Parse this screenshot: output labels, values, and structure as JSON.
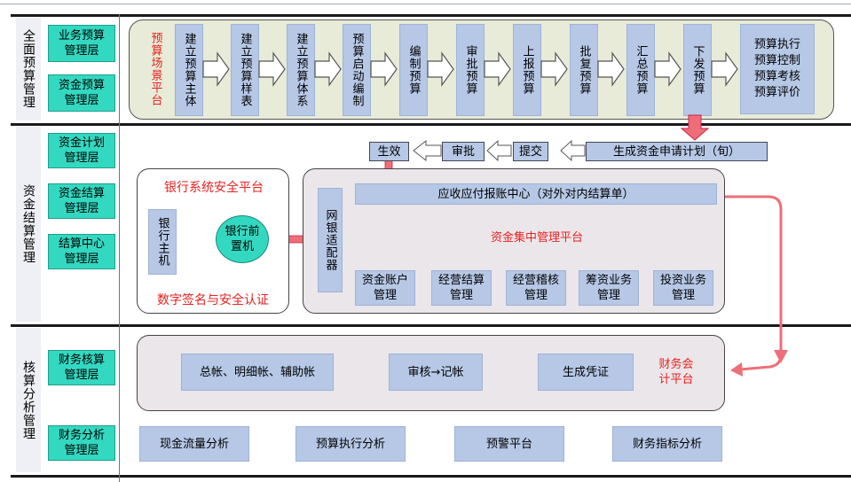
{
  "sections": {
    "budget": "全面预算管理",
    "capital": "资金结算管理",
    "accounting": "核算分析管理"
  },
  "layers": {
    "business_budget": "业务预算管理层",
    "capital_budget": "资金预算管理层",
    "capital_plan": "资金计划管理层",
    "capital_settle": "资金结算管理层",
    "settle_center": "结算中心管理层",
    "fin_accounting": "财务核算管理层",
    "fin_analysis": "财务分析管理层"
  },
  "budget_flow": {
    "scene": "预算场景平台",
    "steps": [
      "建立预算主体",
      "建立预算样表",
      "建立预算体系",
      "预算启动编制",
      "编制预算",
      "审批预算",
      "上报预算",
      "批复预算",
      "汇总预算",
      "下发预算"
    ],
    "outcomes": [
      "预算执行",
      "预算控制",
      "预算考核",
      "预算评价"
    ]
  },
  "capital_flow": {
    "generate_plan": "生成资金申请计划（旬）",
    "submit": "提交",
    "approve": "审批",
    "effective": "生效",
    "bank_platform_title": "银行系统安全平台",
    "bank_host": "银行主机",
    "front_machine": "银行前置机",
    "signature": "数字签名与安全认证",
    "adapter": "网银适配器",
    "ar_ap_center": "应收应付报账中心（对外对内结算单）",
    "centralized_platform": "资金集中管理平台",
    "modules": [
      "资金账户管理",
      "经营结算管理",
      "经营稽核管理",
      "筹资业务管理",
      "投资业务管理"
    ]
  },
  "accounting_flow": {
    "ledgers": "总帐、明细帐、辅助帐",
    "audit_post": "审核→记帐",
    "generate_voucher": "生成凭证",
    "platform": "财务会计平台",
    "analysis": [
      "现金流量分析",
      "预算执行分析",
      "预警平台",
      "财务指标分析"
    ]
  },
  "colors": {
    "teal": "#33d8c0",
    "light_blue": "#b6c8e6",
    "red_arrow": "#ee6e78",
    "accent_text": "#e8221f",
    "panel_olive": "#e8ebd8"
  }
}
